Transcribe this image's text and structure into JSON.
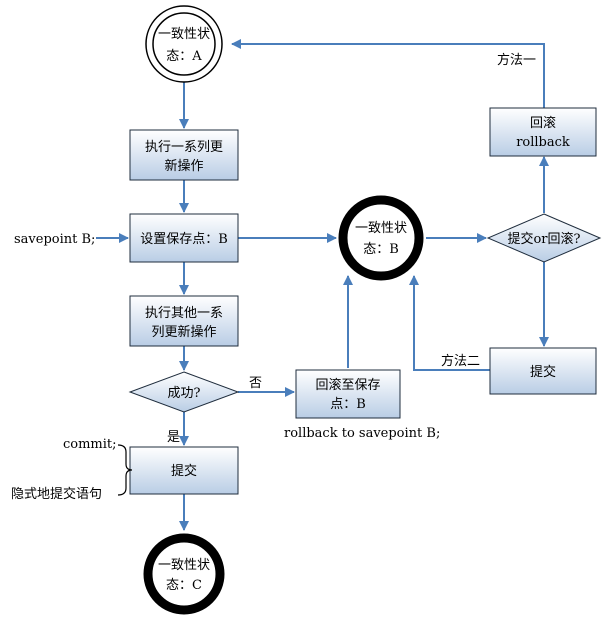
{
  "nodes": {
    "state_a": {
      "line1": "一致性状",
      "line2": "态：A"
    },
    "exec_updates": {
      "line1": "执行一系列更",
      "line2": "新操作"
    },
    "set_savepoint": {
      "line1": "设置保存点：B"
    },
    "exec_other_updates": {
      "line1": "执行其他一系",
      "line2": "列更新操作"
    },
    "success_decision": {
      "line1": "成功?"
    },
    "commit_box": {
      "line1": "提交"
    },
    "state_c": {
      "line1": "一致性状",
      "line2": "态：C"
    },
    "rollback_to_savepoint": {
      "line1": "回滚至保存",
      "line2": "点：B"
    },
    "state_b": {
      "line1": "一致性状",
      "line2": "态：B"
    },
    "commit_or_rollback": {
      "line1": "提交or回滚?"
    },
    "rollback_box": {
      "line1": "回滚",
      "line2": "rollback"
    },
    "commit_box_right": {
      "line1": "提交"
    }
  },
  "labels": {
    "savepoint_stmt": "savepoint B;",
    "no": "否",
    "yes": "是",
    "rollback_stmt": "rollback to savepoint B;",
    "commit_stmt": "commit;",
    "implicit_commit": "隐式地提交语句",
    "method_one": "方法一",
    "method_two": "方法二"
  },
  "colors": {
    "arrow": "#4a7ebb",
    "box_top": "#ffffff",
    "box_bottom": "#b9cde5",
    "box_border": "#1f2d3d"
  }
}
